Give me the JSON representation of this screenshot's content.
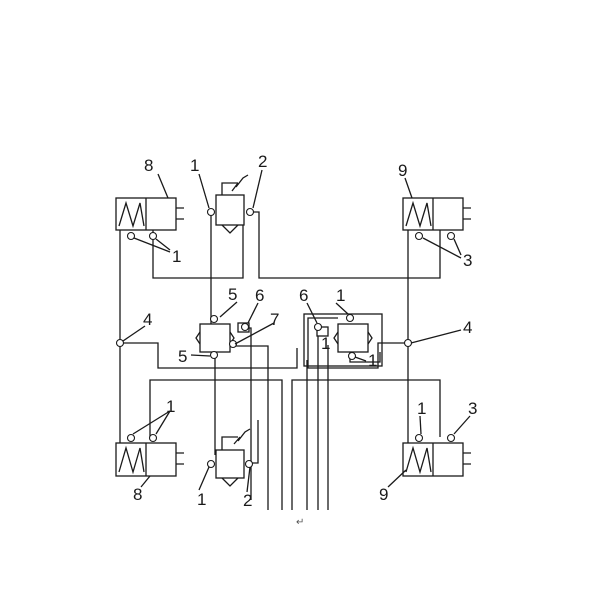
{
  "labels": {
    "n1": "1",
    "n2": "2",
    "n3": "3",
    "n4": "4",
    "n5": "5",
    "n6": "6",
    "n7": "7",
    "n8": "8",
    "n9": "9"
  },
  "footer_mark": "↵",
  "line_color": "#1a1a1a"
}
